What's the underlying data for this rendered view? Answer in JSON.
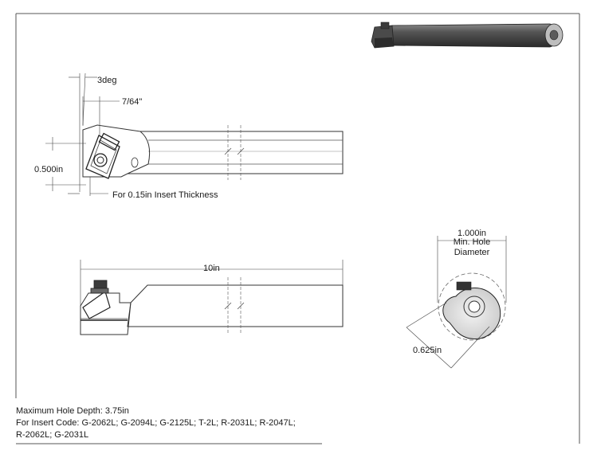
{
  "dimensions": {
    "angle": "3deg",
    "offset": "7/64\"",
    "height": "0.500in",
    "insert_note": "For 0.15in Insert Thickness",
    "length": "10in",
    "min_hole": [
      "1.000in",
      "Min. Hole",
      "Diameter"
    ],
    "bar_dia": "0.625in"
  },
  "notes": {
    "line1": "Maximum Hole Depth: 3.75in",
    "line2": "For Insert Code: G-2062L; G-2094L; G-2125L; T-2L; R-2031L; R-2047L;",
    "line3": "R-2062L; G-2031L"
  }
}
